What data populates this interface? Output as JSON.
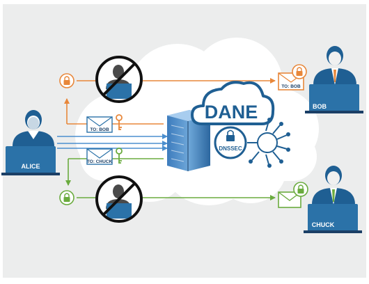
{
  "people": {
    "alice": {
      "label": "ALICE"
    },
    "bob": {
      "label": "BOB"
    },
    "chuck": {
      "label": "CHUCK"
    }
  },
  "envelopes": {
    "to_bob": "TO: BOB",
    "to_chuck": "TO: CHUCK",
    "bob_received": "TO: BOB"
  },
  "cloud": {
    "dane": "DANE",
    "dnssec": "DNSSEC"
  },
  "colors": {
    "orange": "#e8873a",
    "green": "#6aab3e",
    "blue": "#2b72a8",
    "light_blue": "#8fc3e8",
    "navy": "#1f5f93",
    "dark_navy": "#1b3f66",
    "gray_panel": "#eceded",
    "cloud": "#ffffff"
  },
  "icons": [
    "padlock-icon",
    "key-icon",
    "envelope-icon",
    "server-icon",
    "eavesdropper-icon",
    "prohibited-icon",
    "person-icon",
    "laptop-icon",
    "dnssec-tree-icon"
  ]
}
